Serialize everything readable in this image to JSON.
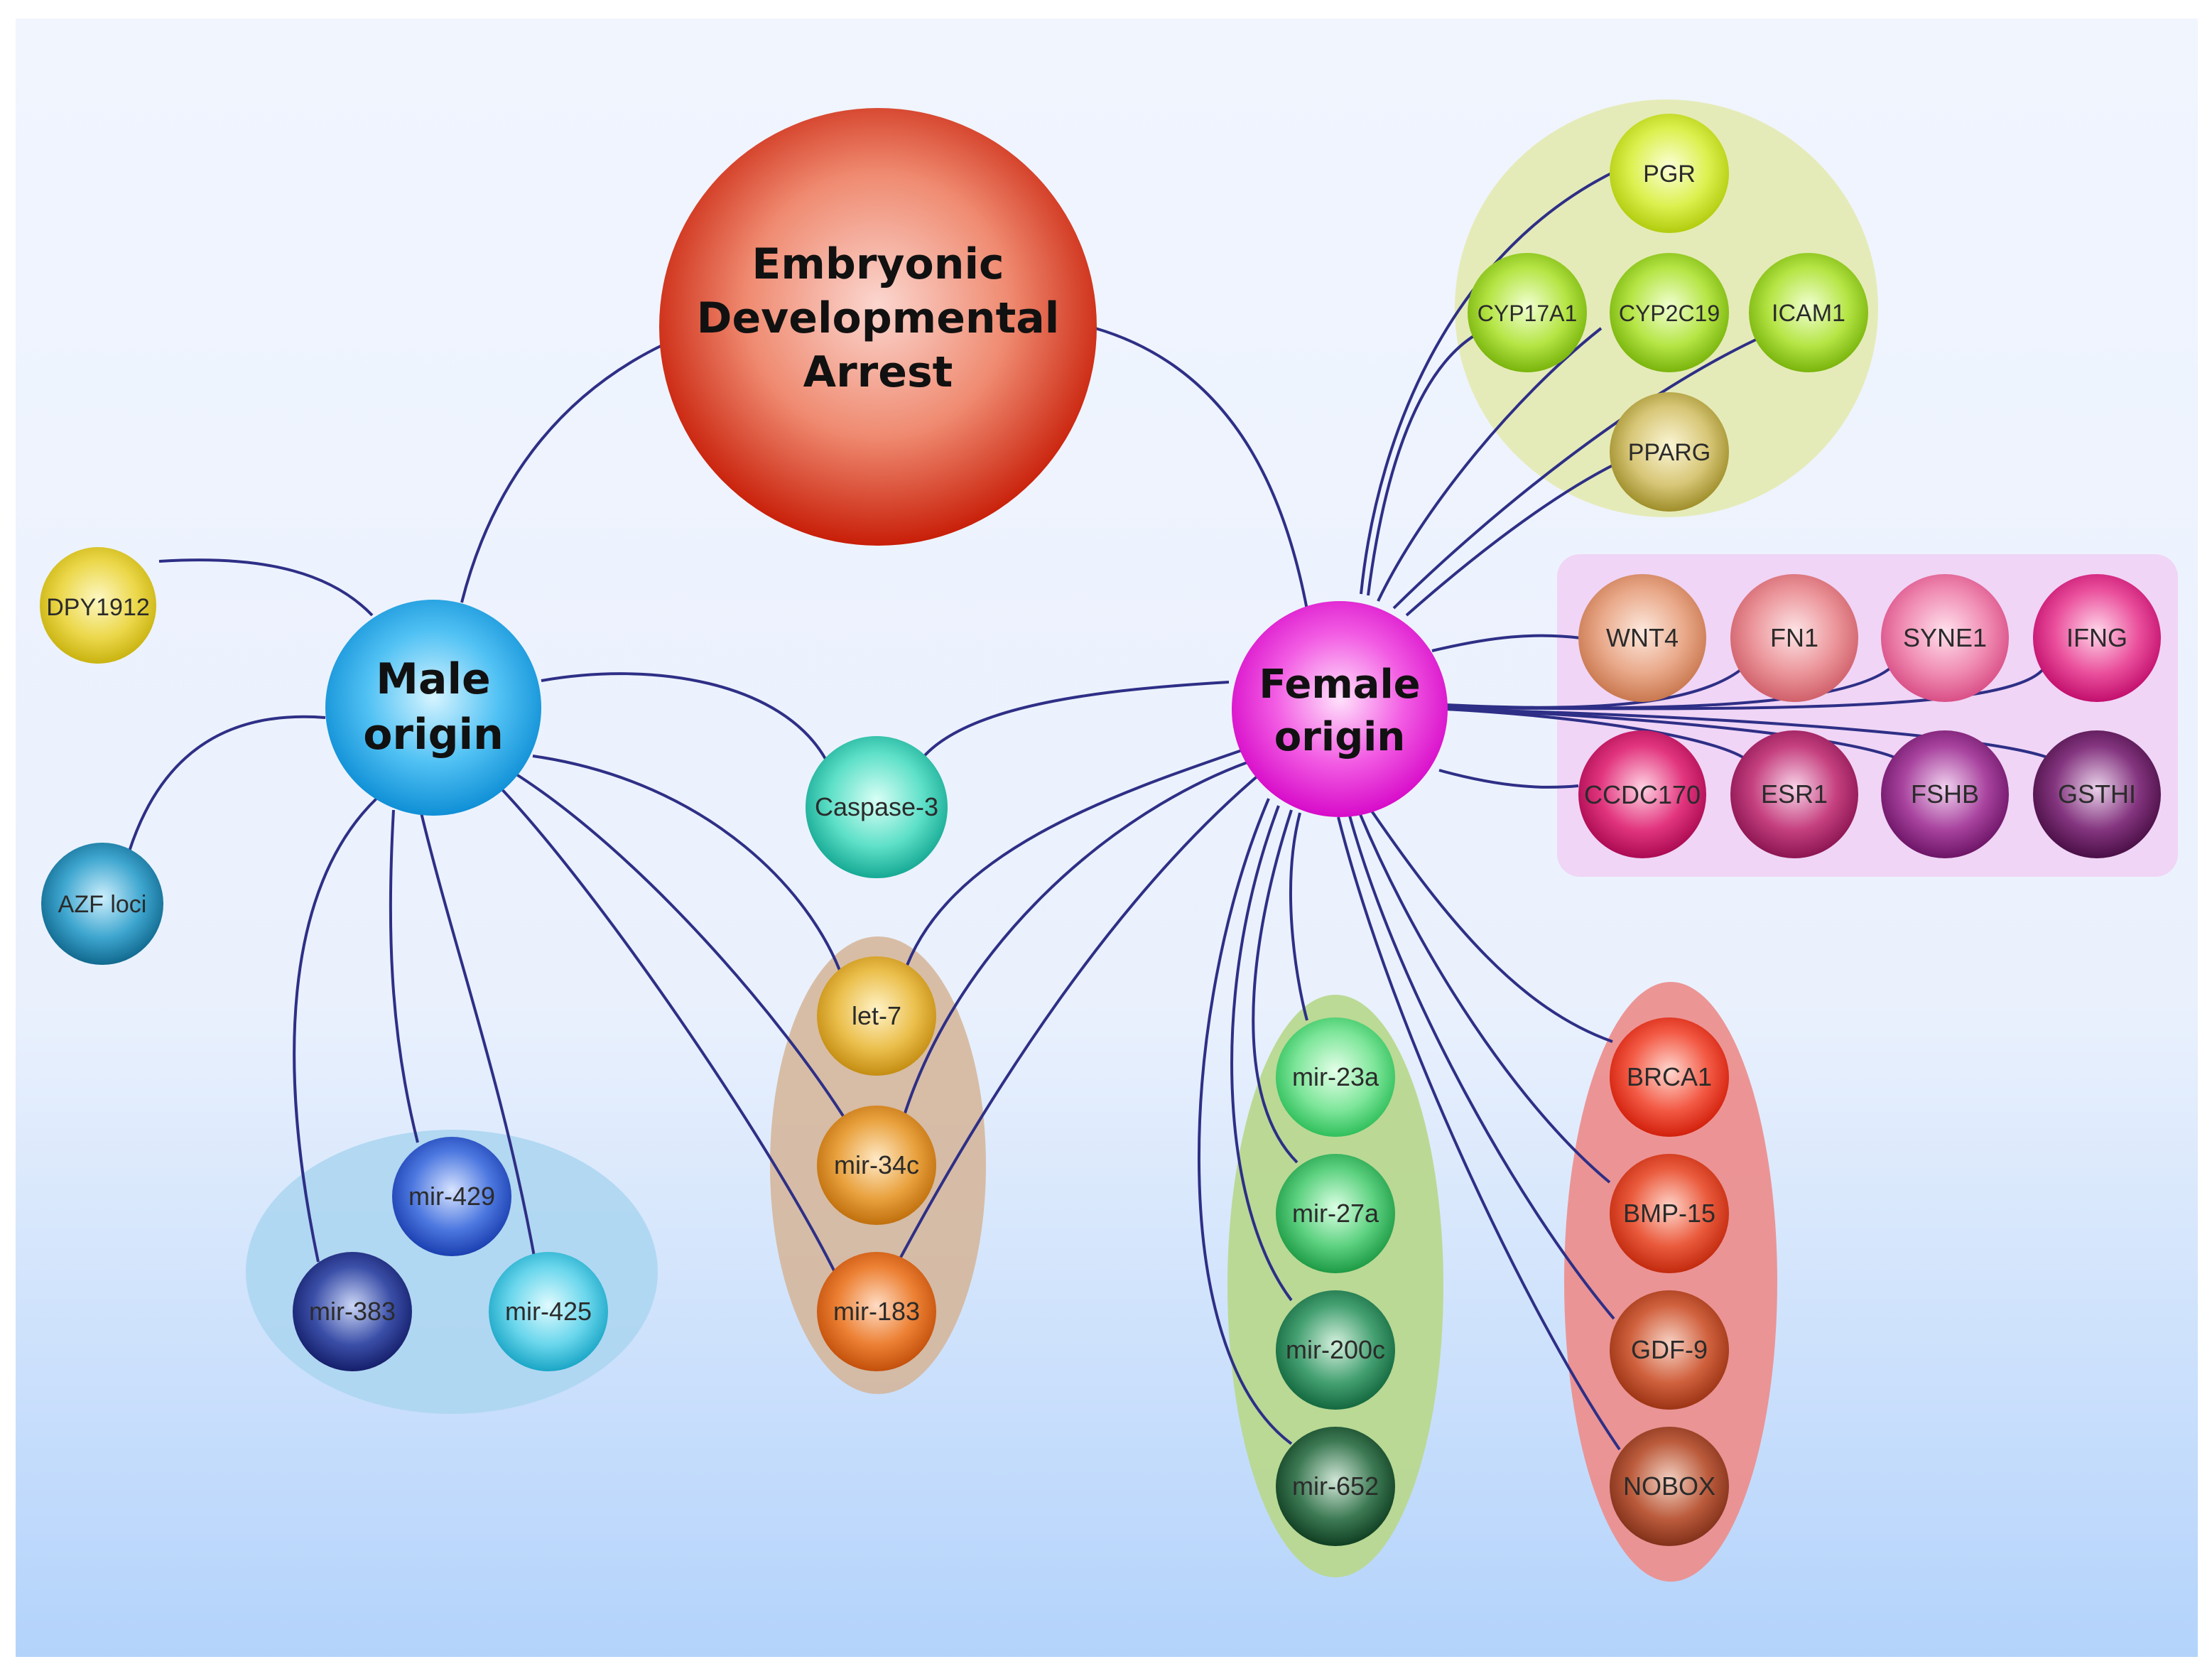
{
  "hubs": {
    "main": {
      "line1": "Embryonic",
      "line2": "Developmental",
      "line3": "Arrest"
    },
    "male": {
      "line1": "Male",
      "line2": "origin"
    },
    "female": {
      "line1": "Female",
      "line2": "origin"
    }
  },
  "nodes": {
    "dpy1912": "DPY1912",
    "azf": "AZF loci",
    "caspase3": "Caspase-3",
    "let7": "let-7",
    "mir34c": "mir-34c",
    "mir183": "mir-183",
    "mir429": "mir-429",
    "mir383": "mir-383",
    "mir425": "mir-425",
    "pgr": "PGR",
    "cyp17a1": "CYP17A1",
    "cyp2c19": "CYP2C19",
    "icam1": "ICAM1",
    "pparg": "PPARG",
    "wnt4": "WNT4",
    "fn1": "FN1",
    "syne1": "SYNE1",
    "ifng": "IFNG",
    "ccdc170": "CCDC170",
    "esr1": "ESR1",
    "fshb": "FSHB",
    "gsthi": "GSTHI",
    "mir23a": "mir-23a",
    "mir27a": "mir-27a",
    "mir200c": "mir-200c",
    "mir652": "mir-652",
    "brca1": "BRCA1",
    "bmp15": "BMP-15",
    "gdf9": "GDF-9",
    "nobox": "NOBOX"
  },
  "colors": {
    "edge": "#2e2f86",
    "main_hub": "#d62a12",
    "male_hub": "#1aa6e8",
    "female_hub": "#e81ad8",
    "background_top": "#f1f5fe",
    "background_bottom": "#b6d5fb"
  }
}
